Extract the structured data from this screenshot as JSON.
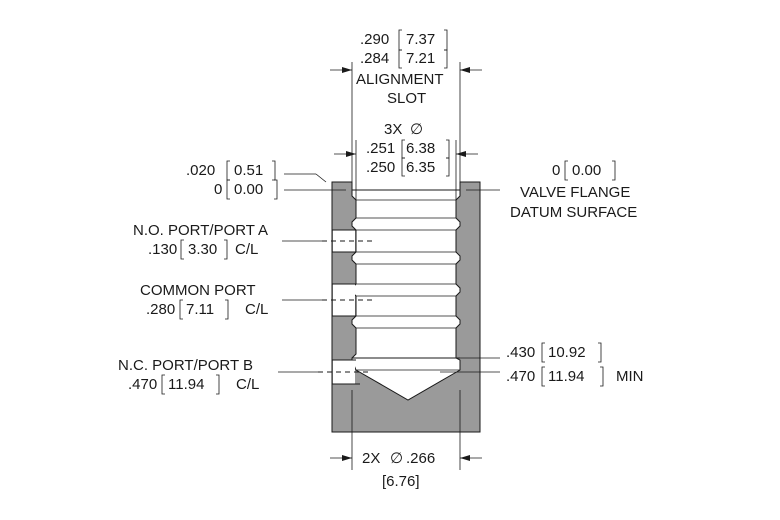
{
  "dims": {
    "slot_width_max": ".290",
    "slot_width_max_mm": "7.37",
    "slot_width_min": ".284",
    "slot_width_min_mm": "7.21",
    "slot_label_1": "ALIGNMENT",
    "slot_label_2": "SLOT",
    "bore_count": "3X",
    "bore_symbol": "∅",
    "bore_max": ".251",
    "bore_max_mm": "6.38",
    "bore_min": ".250",
    "bore_min_mm": "6.35",
    "recess_depth": ".020",
    "recess_depth_mm": "0.51",
    "zero_left": "0",
    "zero_left_mm": "0.00",
    "zero_right": "0",
    "zero_right_mm": "0.00",
    "datum_label_1": "VALVE FLANGE",
    "datum_label_2": "DATUM SURFACE",
    "port_no_label": "N.O. PORT/PORT A",
    "port_no_dim": ".130",
    "port_no_dim_mm": "3.30",
    "port_no_cl": "C/L",
    "port_common_label": "COMMON PORT",
    "port_common_dim": ".280",
    "port_common_dim_mm": "7.11",
    "port_common_cl": "C/L",
    "port_nc_label": "N.C. PORT/PORT B",
    "port_nc_dim": ".470",
    "port_nc_dim_mm": "11.94",
    "port_nc_cl": "C/L",
    "depth_1": ".430",
    "depth_1_mm": "10.92",
    "depth_2": ".470",
    "depth_2_mm": "11.94",
    "depth_2_suffix": "MIN",
    "bottom_count": "2X",
    "bottom_symbol": "∅",
    "bottom_dia": ".266",
    "bottom_dia_mm": "[6.76]"
  }
}
